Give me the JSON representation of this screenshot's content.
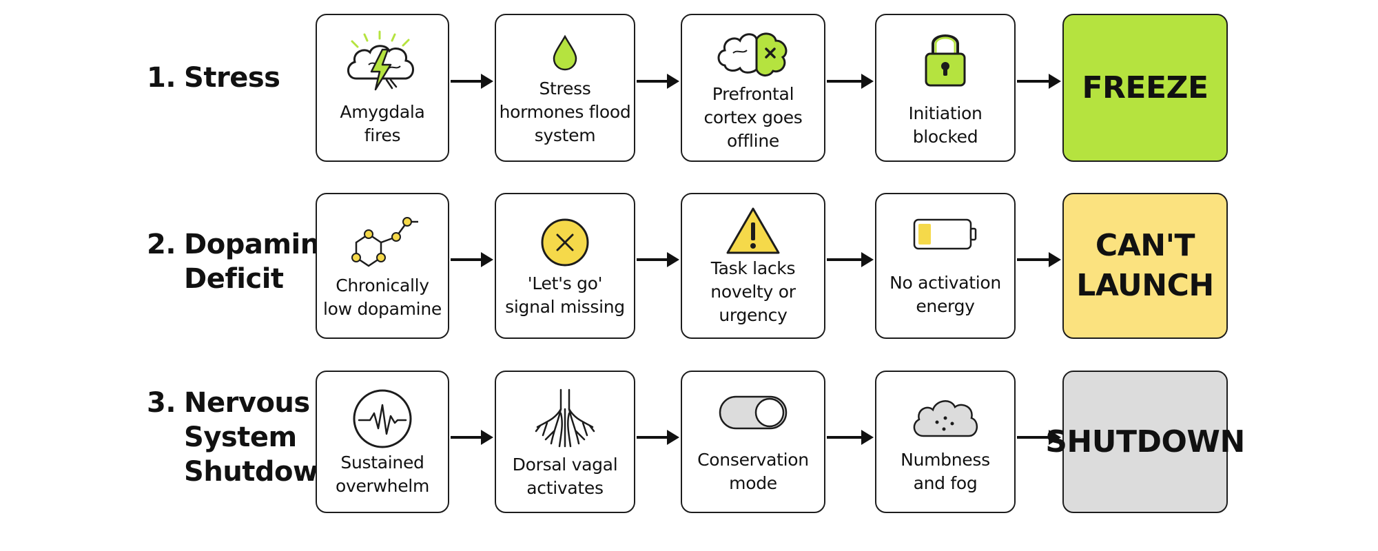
{
  "rows": [
    {
      "number": "1.",
      "title": "Stress",
      "steps": [
        {
          "text": "Amygdala\nfires",
          "icon": "brain-lightning-icon"
        },
        {
          "text": "Stress\nhormones flood\nsystem",
          "icon": "droplet-icon"
        },
        {
          "text": "Prefrontal\ncortex goes\noffline",
          "icon": "brain-x-icon"
        },
        {
          "text": "Initiation\nblocked",
          "icon": "lock-icon"
        }
      ],
      "outcome": "FREEZE",
      "outcome_color": "#b5e33f"
    },
    {
      "number": "2.",
      "title": "Dopamine\nDeficit",
      "steps": [
        {
          "text": "Chronically\nlow dopamine",
          "icon": "molecule-icon"
        },
        {
          "text": "'Let's go'\nsignal missing",
          "icon": "x-circle-icon"
        },
        {
          "text": "Task lacks\nnovelty or\nurgency",
          "icon": "warning-icon"
        },
        {
          "text": "No activation\nenergy",
          "icon": "low-battery-icon"
        }
      ],
      "outcome": "CAN'T\nLAUNCH",
      "outcome_color": "#fbe27f"
    },
    {
      "number": "3.",
      "title": "Nervous\nSystem\nShutdown",
      "steps": [
        {
          "text": "Sustained\noverwhelm",
          "icon": "heartbeat-icon"
        },
        {
          "text": "Dorsal vagal\nactivates",
          "icon": "nerve-roots-icon"
        },
        {
          "text": "Conservation\nmode",
          "icon": "toggle-off-icon"
        },
        {
          "text": "Numbness\nand fog",
          "icon": "fog-cloud-icon"
        }
      ],
      "outcome": "SHUTDOWN",
      "outcome_color": "#dcdcdc"
    }
  ],
  "colors": {
    "green": "#b5e33f",
    "yellow": "#fbe27f",
    "yellow_icon": "#f5d94a",
    "gray": "#dcdcdc",
    "border": "#1c1c1c"
  }
}
